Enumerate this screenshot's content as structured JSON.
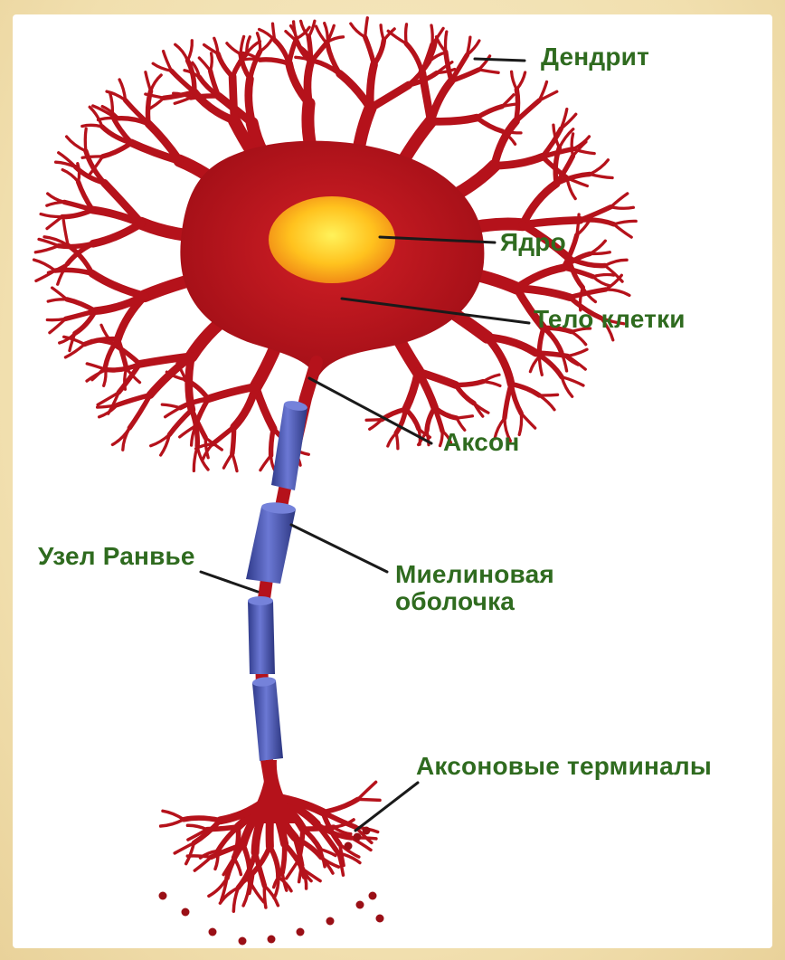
{
  "labels": {
    "dendrite": "Дендрит",
    "nucleus": "Ядро",
    "cell_body": "Тело клетки",
    "axon": "Аксон",
    "node_of_ranvier": "Узел Ранвье",
    "myelin_sheath_line1": "Миелиновая",
    "myelin_sheath_line2": "оболочка",
    "axon_terminals": "Аксоновые терминалы"
  },
  "colors": {
    "neuron": "#b5121b",
    "neuron_dark": "#8a0c12",
    "nucleus_outer": "#f08a1a",
    "nucleus_inner": "#ffe94a",
    "myelin": "#4a56b0",
    "label_text": "#2f6b1f",
    "leader_line": "#1a1a1a",
    "background": "#f3e3b8"
  }
}
